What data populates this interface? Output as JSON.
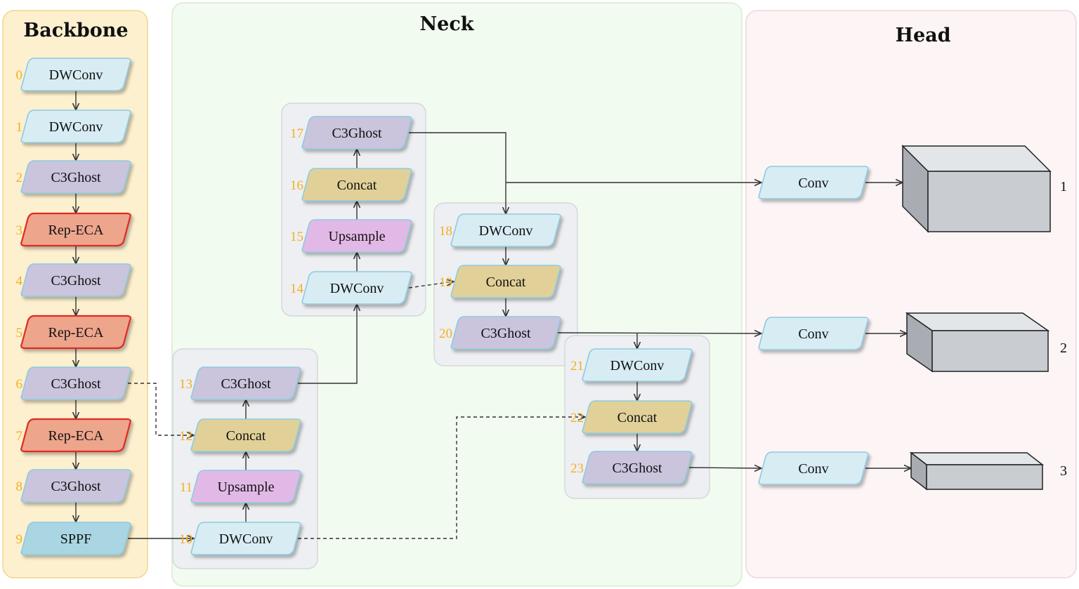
{
  "sections": {
    "backbone": "Backbone",
    "neck": "Neck",
    "head": "Head"
  },
  "colors": {
    "dwconv": "#d8ecf4",
    "c3ghost": "#cbc4dd",
    "rep_eca": "#eda58c",
    "rep_eca_border": "#e02a20",
    "concat": "#e1d198",
    "upsample": "#e2b9e6",
    "sppf": "#a9d6e2",
    "conv": "#d8ecf4",
    "index": "#f0b020",
    "backbone_bg": "#fdf0cf",
    "neck_bg": "#f1fbef",
    "head_bg": "#fdf5f5"
  },
  "blocks": [
    {
      "id": "b0",
      "index": "0",
      "label": "DWConv",
      "kind": "dwconv"
    },
    {
      "id": "b1",
      "index": "1",
      "label": "DWConv",
      "kind": "dwconv"
    },
    {
      "id": "b2",
      "index": "2",
      "label": "C3Ghost",
      "kind": "c3ghost"
    },
    {
      "id": "b3",
      "index": "3",
      "label": "Rep-ECA",
      "kind": "rep_eca"
    },
    {
      "id": "b4",
      "index": "4",
      "label": "C3Ghost",
      "kind": "c3ghost"
    },
    {
      "id": "b5",
      "index": "5",
      "label": "Rep-ECA",
      "kind": "rep_eca"
    },
    {
      "id": "b6",
      "index": "6",
      "label": "C3Ghost",
      "kind": "c3ghost"
    },
    {
      "id": "b7",
      "index": "7",
      "label": "Rep-ECA",
      "kind": "rep_eca"
    },
    {
      "id": "b8",
      "index": "8",
      "label": "C3Ghost",
      "kind": "c3ghost"
    },
    {
      "id": "b9",
      "index": "9",
      "label": "SPPF",
      "kind": "sppf"
    },
    {
      "id": "n10",
      "index": "10",
      "label": "DWConv",
      "kind": "dwconv"
    },
    {
      "id": "n11",
      "index": "11",
      "label": "Upsample",
      "kind": "upsample"
    },
    {
      "id": "n12",
      "index": "12",
      "label": "Concat",
      "kind": "concat"
    },
    {
      "id": "n13",
      "index": "13",
      "label": "C3Ghost",
      "kind": "c3ghost"
    },
    {
      "id": "n14",
      "index": "14",
      "label": "DWConv",
      "kind": "dwconv"
    },
    {
      "id": "n15",
      "index": "15",
      "label": "Upsample",
      "kind": "upsample"
    },
    {
      "id": "n16",
      "index": "16",
      "label": "Concat",
      "kind": "concat"
    },
    {
      "id": "n17",
      "index": "17",
      "label": "C3Ghost",
      "kind": "c3ghost"
    },
    {
      "id": "n18",
      "index": "18",
      "label": "DWConv",
      "kind": "dwconv"
    },
    {
      "id": "n19",
      "index": "19",
      "label": "Concat",
      "kind": "concat"
    },
    {
      "id": "n20",
      "index": "20",
      "label": "C3Ghost",
      "kind": "c3ghost"
    },
    {
      "id": "n21",
      "index": "21",
      "label": "DWConv",
      "kind": "dwconv"
    },
    {
      "id": "n22",
      "index": "22",
      "label": "Concat",
      "kind": "concat"
    },
    {
      "id": "n23",
      "index": "23",
      "label": "C3Ghost",
      "kind": "c3ghost"
    },
    {
      "id": "h1",
      "index": "",
      "label": "Conv",
      "kind": "conv"
    },
    {
      "id": "h2",
      "index": "",
      "label": "Conv",
      "kind": "conv"
    },
    {
      "id": "h3",
      "index": "",
      "label": "Conv",
      "kind": "conv"
    }
  ],
  "outputs": [
    {
      "id": "o1",
      "label": "1"
    },
    {
      "id": "o2",
      "label": "2"
    },
    {
      "id": "o3",
      "label": "3"
    }
  ],
  "edges": [
    {
      "from": "b0",
      "to": "b1",
      "style": "solid"
    },
    {
      "from": "b1",
      "to": "b2",
      "style": "solid"
    },
    {
      "from": "b2",
      "to": "b3",
      "style": "solid"
    },
    {
      "from": "b3",
      "to": "b4",
      "style": "solid"
    },
    {
      "from": "b4",
      "to": "b5",
      "style": "solid"
    },
    {
      "from": "b5",
      "to": "b6",
      "style": "solid"
    },
    {
      "from": "b6",
      "to": "b7",
      "style": "solid"
    },
    {
      "from": "b7",
      "to": "b8",
      "style": "solid"
    },
    {
      "from": "b8",
      "to": "b9",
      "style": "solid"
    },
    {
      "from": "b9",
      "to": "n10",
      "style": "solid"
    },
    {
      "from": "b6",
      "to": "n12",
      "style": "dashed"
    },
    {
      "from": "n10",
      "to": "n11",
      "style": "solid"
    },
    {
      "from": "n11",
      "to": "n12",
      "style": "solid"
    },
    {
      "from": "n12",
      "to": "n13",
      "style": "solid"
    },
    {
      "from": "n13",
      "to": "n14",
      "style": "solid"
    },
    {
      "from": "n14",
      "to": "n15",
      "style": "solid"
    },
    {
      "from": "n15",
      "to": "n16",
      "style": "solid"
    },
    {
      "from": "n16",
      "to": "n17",
      "style": "solid"
    },
    {
      "from": "n17",
      "to": "n18",
      "style": "solid"
    },
    {
      "from": "n17",
      "to": "h1",
      "style": "solid"
    },
    {
      "from": "n14",
      "to": "n19",
      "style": "dashed"
    },
    {
      "from": "n18",
      "to": "n19",
      "style": "solid"
    },
    {
      "from": "n19",
      "to": "n20",
      "style": "solid"
    },
    {
      "from": "n20",
      "to": "h2",
      "style": "solid"
    },
    {
      "from": "n20",
      "to": "n21",
      "style": "solid"
    },
    {
      "from": "n10",
      "to": "n22",
      "style": "dashed"
    },
    {
      "from": "n21",
      "to": "n22",
      "style": "solid"
    },
    {
      "from": "n22",
      "to": "n23",
      "style": "solid"
    },
    {
      "from": "n23",
      "to": "h3",
      "style": "solid"
    },
    {
      "from": "h1",
      "to": "o1",
      "style": "solid"
    },
    {
      "from": "h2",
      "to": "o2",
      "style": "solid"
    },
    {
      "from": "h3",
      "to": "o3",
      "style": "solid"
    }
  ]
}
